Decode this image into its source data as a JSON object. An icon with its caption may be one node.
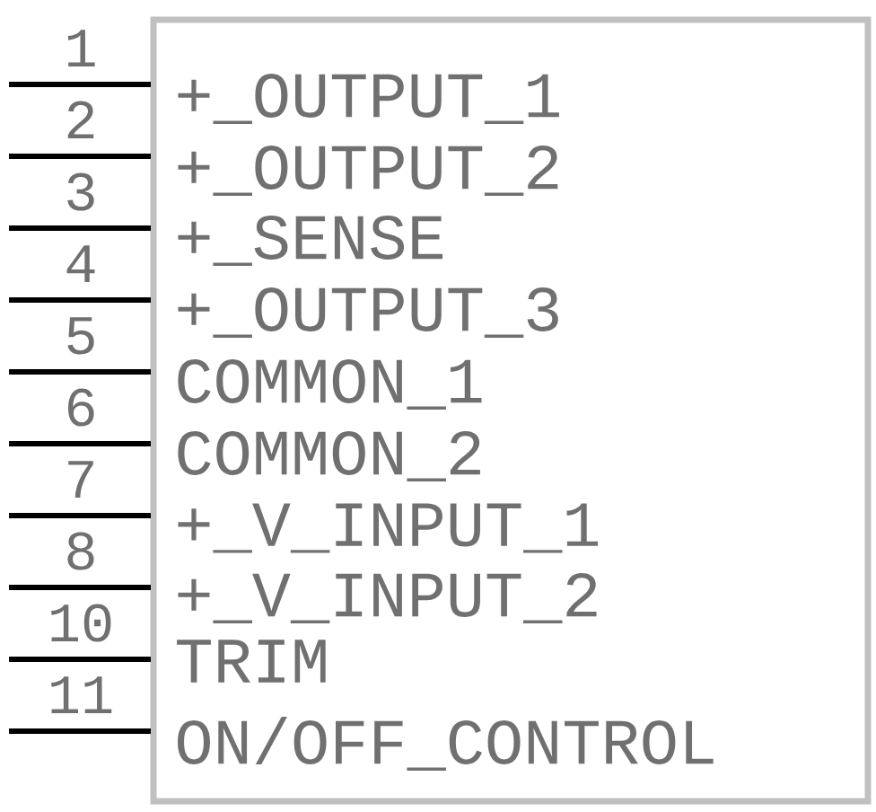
{
  "diagram": {
    "nodes": [
      {
        "text": [],
        "shape": "box"
      }
    ],
    "labels": [
      "1",
      "+_OUTPUT_1",
      "2",
      "+_OUTPUT_2",
      "3",
      "+_SENSE",
      "4",
      "+_OUTPUT_3",
      "5",
      "COMMON_1",
      "6",
      "COMMON_2",
      "7",
      "+_V_INPUT_1",
      "8",
      "+_V_INPUT_2",
      "10",
      "TRIM",
      "11",
      "ON/OFF_CONTROL"
    ]
  }
}
